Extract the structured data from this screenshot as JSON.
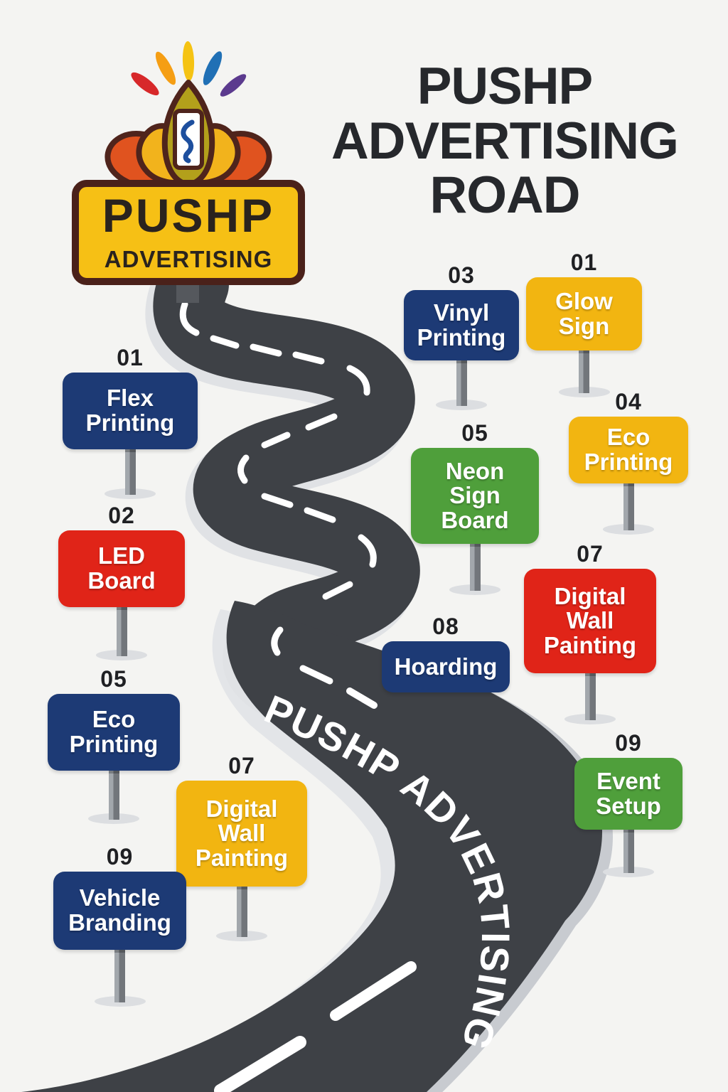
{
  "poster": {
    "background": "#f4f4f2"
  },
  "logo": {
    "sign_line1": "PUSHP",
    "sign_line2": "ADVERTISING",
    "colors": {
      "board": "#f6c015",
      "border": "#4f241c",
      "outer_petals": "#e0531f",
      "inner_petals": "#f2b31c",
      "center_petal": "#b3a01b",
      "emblem": "#1d4f9e",
      "text": "#2a231e",
      "rays": [
        "#d7282a",
        "#f59e14",
        "#f5c313",
        "#2070b5",
        "#5b3a8e"
      ]
    }
  },
  "title": {
    "line1": "PUSHP",
    "line2": "ADVERTISING",
    "line3": "ROAD",
    "color": "#26282c"
  },
  "road": {
    "label": "PUSHP ADVERTISING",
    "surface_color": "#3e4146",
    "edge_color": "#c8cbd0",
    "shadow_color": "#e3e5e8",
    "dash_color": "#ffffff",
    "label_color": "#ffffff"
  },
  "palette": {
    "blue": "#1d3a75",
    "yellow": "#f2b511",
    "red": "#e02418",
    "green": "#4f9f3b",
    "sign_text": "#ffffff",
    "number": "#1f2023",
    "pole_light": "#a2a7ac",
    "pole_dark": "#72767b",
    "ground_shadow": "#dcdee1"
  },
  "signs": [
    {
      "number": "03",
      "lines": [
        "Vinyl",
        "Printing"
      ],
      "variant": "blue"
    },
    {
      "number": "01",
      "lines": [
        "Glow",
        "Sign"
      ],
      "variant": "yellow"
    },
    {
      "number": "01",
      "lines": [
        "Flex",
        "Printing"
      ],
      "variant": "blue"
    },
    {
      "number": "04",
      "lines": [
        "Eco",
        "Printing"
      ],
      "variant": "yellow"
    },
    {
      "number": "05",
      "lines": [
        "Neon",
        "Sign",
        "Board"
      ],
      "variant": "green"
    },
    {
      "number": "02",
      "lines": [
        "LED",
        "Board"
      ],
      "variant": "red"
    },
    {
      "number": "07",
      "lines": [
        "Digital",
        "Wall",
        "Painting"
      ],
      "variant": "red"
    },
    {
      "number": "08",
      "lines": [
        "Hoarding"
      ],
      "variant": "blue"
    },
    {
      "number": "05",
      "lines": [
        "Eco",
        "Printing"
      ],
      "variant": "blue"
    },
    {
      "number": "09",
      "lines": [
        "Event",
        "Setup"
      ],
      "variant": "green"
    },
    {
      "number": "07",
      "lines": [
        "Digital",
        "Wall",
        "Painting"
      ],
      "variant": "yellow"
    },
    {
      "number": "09",
      "lines": [
        "Vehicle",
        "Branding"
      ],
      "variant": "blue"
    }
  ]
}
